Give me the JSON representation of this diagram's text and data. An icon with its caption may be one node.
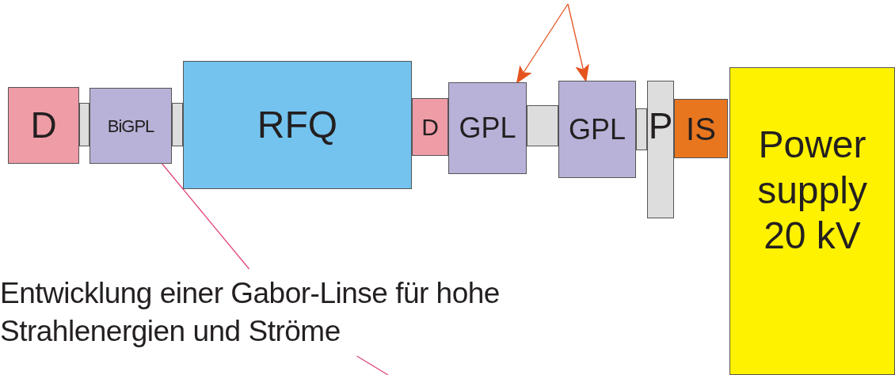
{
  "diagram": {
    "nodes": [
      {
        "text": [
          "D"
        ]
      },
      {
        "text": [
          "BiGPL"
        ]
      },
      {
        "text": [
          "RFQ"
        ]
      },
      {
        "text": [
          "D"
        ]
      },
      {
        "text": [
          "GPL"
        ]
      },
      {
        "text": [
          "GPL"
        ]
      },
      {
        "text": [
          "P"
        ]
      },
      {
        "text": [
          "IS"
        ]
      },
      {
        "text": [
          "Power supply 20 kV"
        ]
      },
      {
        "text": [
          "Entwicklung einer Gabor-Linse für hohe Strahlenergien und Ströme"
        ]
      }
    ],
    "edges": [
      {
        "from": null,
        "to": 4,
        "arrow": "to",
        "color": "#e5531f"
      },
      {
        "from": null,
        "to": 5,
        "arrow": "to",
        "color": "#e5531f"
      },
      {
        "from": 9,
        "to": 1,
        "arrow": "none",
        "color": "#e0457b"
      },
      {
        "from": 9,
        "to": null,
        "arrow": "none",
        "color": "#e0457b"
      }
    ]
  }
}
